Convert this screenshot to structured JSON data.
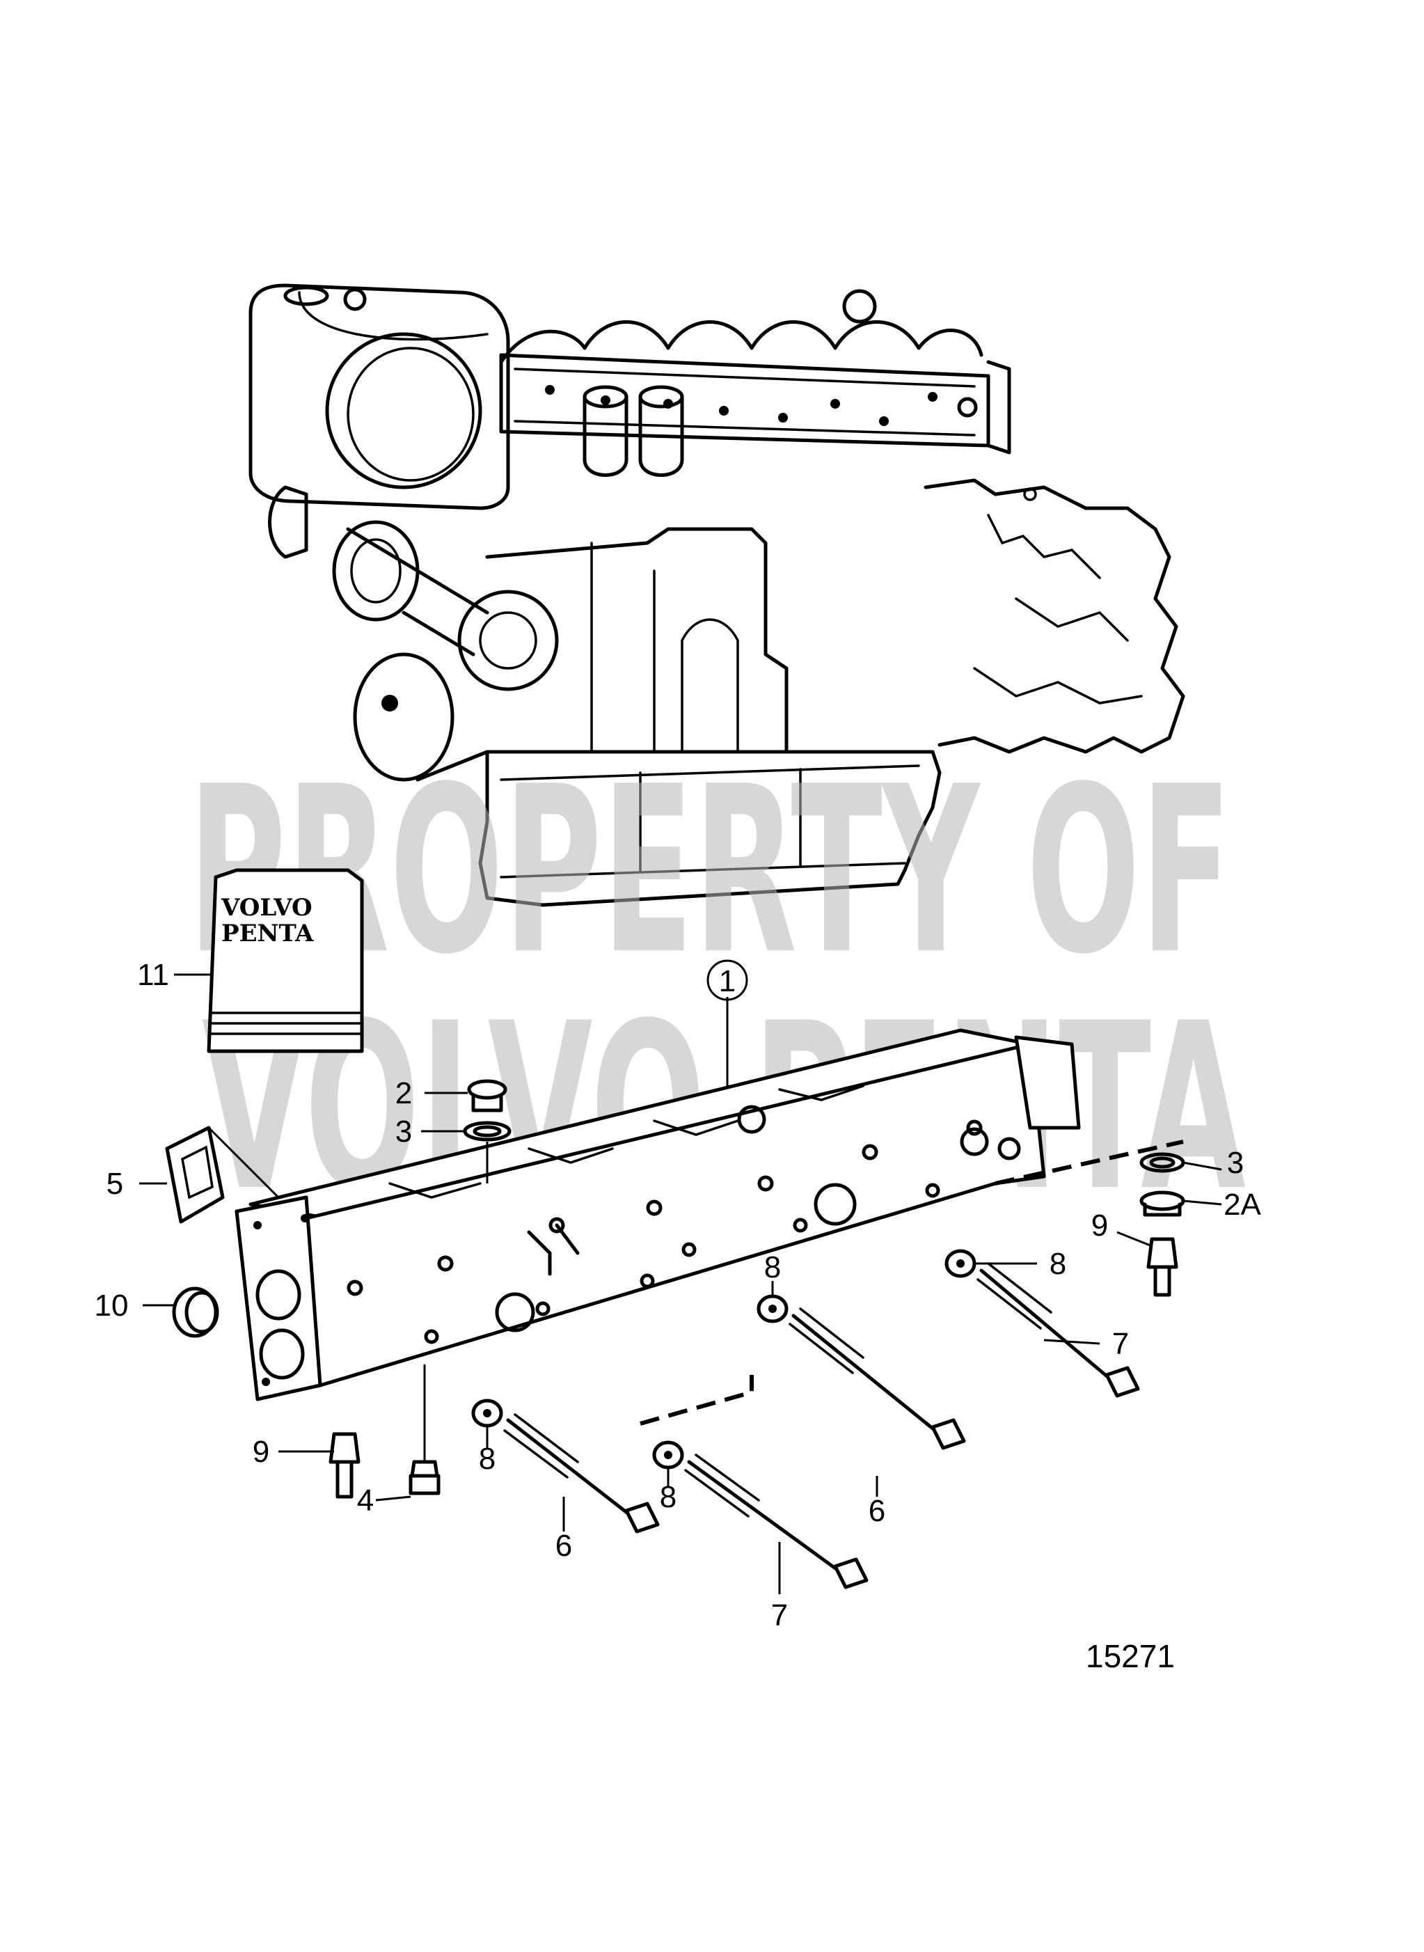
{
  "watermark": {
    "line1": "PROPERTY OF",
    "line2": "VOLVO PENTA"
  },
  "manual": {
    "brand_line1": "VOLVO",
    "brand_line2": "PENTA"
  },
  "callouts": {
    "c1": "1",
    "c2": "2",
    "c3_left": "3",
    "c3_right": "3",
    "c2a": "2A",
    "c4": "4",
    "c5": "5",
    "c6_left": "6",
    "c6_right": "6",
    "c7_bottom": "7",
    "c7_right": "7",
    "c8_a": "8",
    "c8_b": "8",
    "c8_c": "8",
    "c8_d": "8",
    "c9_left": "9",
    "c9_right": "9",
    "c10": "10",
    "c11": "11"
  },
  "figure_number": "15271"
}
